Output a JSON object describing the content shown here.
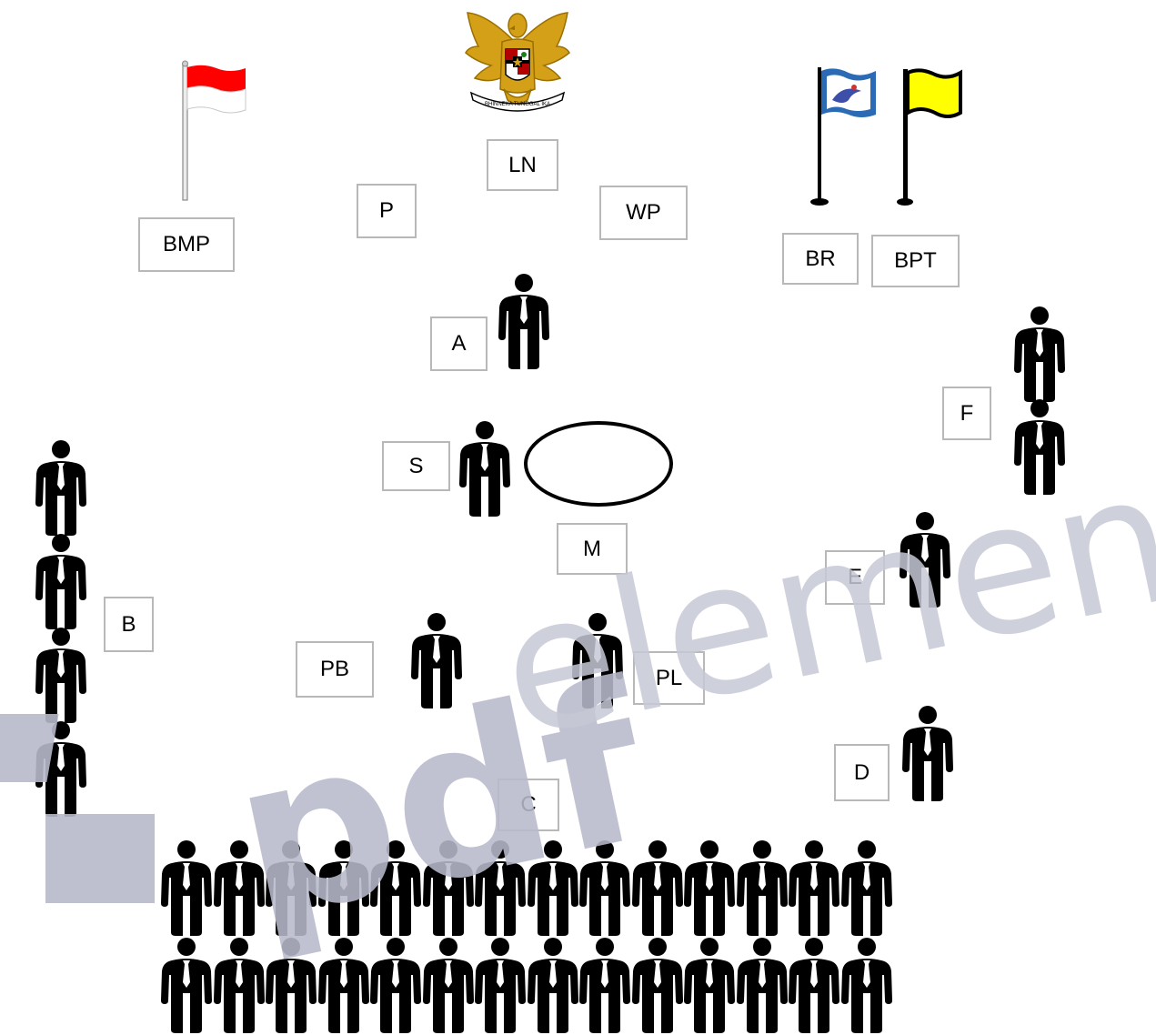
{
  "labels": {
    "bmp": "BMP",
    "p": "P",
    "ln": "LN",
    "wp": "WP",
    "br": "BR",
    "bpt": "BPT",
    "a": "A",
    "s": "S",
    "m": "M",
    "f": "F",
    "b": "B",
    "e": "E",
    "pb": "PB",
    "pl": "PL",
    "d": "D",
    "c": "C"
  },
  "watermark": {
    "pdf": "pdf",
    "element": "element"
  },
  "emblem_motto": "BHINNEKA TUNGGAL IKA",
  "colors": {
    "figure": "#000000",
    "tie": "#ffffff",
    "label_border": "#b8b8b8",
    "flag_red": "#ff0000",
    "flag_yellow": "#ffff00",
    "flag_blue": "#2b6bb5",
    "emblem_gold": "#d4a017",
    "watermark": "#b7b9cb"
  },
  "icons": [
    "garuda-emblem-icon",
    "indonesian-flag-icon",
    "blue-flag-icon",
    "yellow-flag-icon",
    "person-icon"
  ]
}
